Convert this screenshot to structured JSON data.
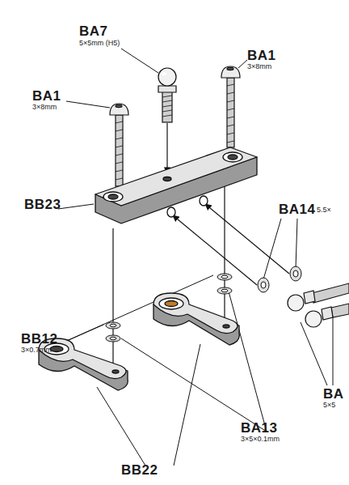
{
  "diagram": {
    "labels": [
      "BA7",
      "5×5mm (H5)",
      "BA1",
      "3×8mm",
      "BA1",
      "3×8mm",
      "BB23",
      "BA14",
      "5.5×",
      "BB12",
      "3×0.7mm",
      "BA",
      "5×5",
      "BA13",
      "3×5×0.1mm",
      "BB22"
    ]
  }
}
